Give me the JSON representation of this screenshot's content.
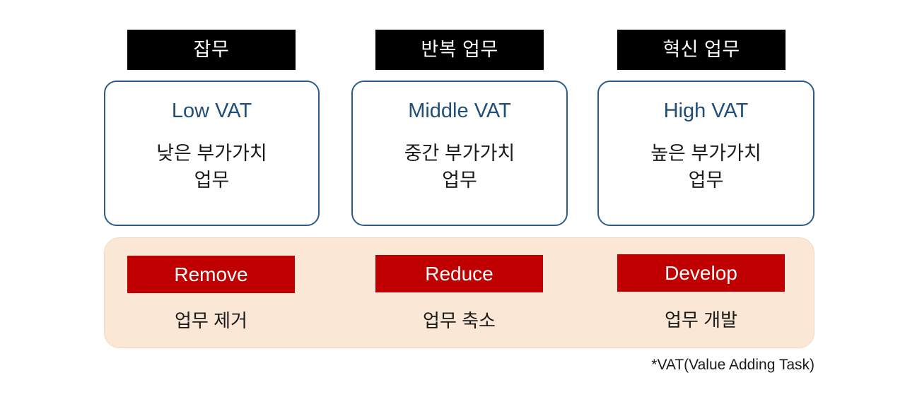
{
  "diagram": {
    "colors": {
      "header_bg": "#000000",
      "header_text": "#ffffff",
      "card_border": "#2E5C8A",
      "card_title_text": "#1F4E79",
      "band_bg": "#FAE7D5",
      "band_border": "#F6D8BE",
      "action_button_bg": "#C00000",
      "action_button_text": "#ffffff",
      "body_text": "#1a1a1a"
    },
    "columns": [
      {
        "header": "잡무",
        "vat_title": "Low VAT",
        "vat_desc": "낮은 부가가치 업무",
        "action_button": "Remove",
        "action_label": "업무 제거"
      },
      {
        "header": "반복 업무",
        "vat_title": "Middle VAT",
        "vat_desc": "중간 부가가치 업무",
        "action_button": "Reduce",
        "action_label": "업무 축소"
      },
      {
        "header": "혁신 업무",
        "vat_title": "High VAT",
        "vat_desc": "높은 부가가치 업무",
        "action_button": "Develop",
        "action_label": "업무 개발"
      }
    ],
    "footnote": "*VAT(Value Adding Task)"
  }
}
